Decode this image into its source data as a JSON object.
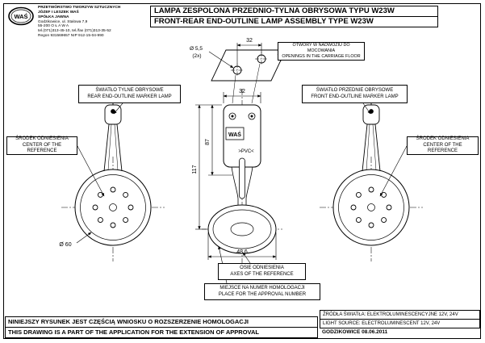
{
  "company": {
    "logo_text": "WAŚ",
    "lines": [
      "PRZETWÓRSTWO TWORZYW SZTUCZNYCH",
      "JÓZEF I LESZEK WAŚ",
      "SPÓŁKA JAWNA",
      "Godzikowice, ul. Stalowa 7,9",
      "55-200  O Ł A W A",
      "tel.(071)313-45-10, tel./fax (071)313-35-52",
      "Regon 931569657  NIP 912-15-04-990"
    ]
  },
  "title": {
    "line1": "LAMPA ZESPOLONA PRZEDNIO-TYLNA OBRYSOWA TYPU W23W",
    "line2": "FRONT-REAR END-OUTLINE LAMP ASSEMBLY TYPE W23W"
  },
  "labels": {
    "rear_lamp": [
      "ŚWIATŁO TYLNE OBRYSOWE",
      "REAR END-OUTLINE MARKER LAMP"
    ],
    "front_lamp": [
      "ŚWIATŁO PRZEDNIE OBRYSOWE",
      "FRONT END-OUTLINE MARKER LAMP"
    ],
    "center_ref_left": [
      "ŚRODEK ODNIESIENIA",
      "CENTER OF THE REFERENCE"
    ],
    "center_ref_right": [
      "ŚRODEK ODNIESIENIA",
      "CENTER OF THE REFERENCE"
    ],
    "openings": [
      "OTWORY W NADWOZIU DO MOCOWANIA",
      "OPENINGS IN THE CARRIAGE FLOOR"
    ],
    "axes": [
      "OSIE ODNIESIENIA",
      "AXES OF THE REFERENCE"
    ],
    "approval_place": [
      "MIEJSCE NA NUMER HOMOLOGACJI",
      "PLACE FOR THE APPROVAL NUMBER"
    ]
  },
  "dimensions": {
    "hole_dia": "Ø 5,5",
    "hole_count": "(2x)",
    "hole_spacing": "32",
    "body_width": "32",
    "height_to_axis": "87",
    "total_height": "117",
    "lens_width": "48,6",
    "lens_dia": "Ø 60"
  },
  "markings": {
    "brand": "WAŚ",
    "material": ">PVC<"
  },
  "footer": {
    "note_pl": "NINIEJSZY RYSUNEK JEST CZĘŚCIĄ WNIOSKU O  ROZSZERZENIE HOMOLOGACJI",
    "note_en": "THIS DRAWING IS A PART OF THE APPLICATION FOR THE EXTENSION OF APPROVAL",
    "light_source_pl": "ŹRÓDŁA ŚWIATŁA: ELEKTROLUMINESCENCYJNE  12V, 24V",
    "light_source_en": "LIGHT SOURCE: ELECTROLUMINESCENT  12V, 24V",
    "place_date": "GODZIKOWICE 08.06.2011"
  }
}
